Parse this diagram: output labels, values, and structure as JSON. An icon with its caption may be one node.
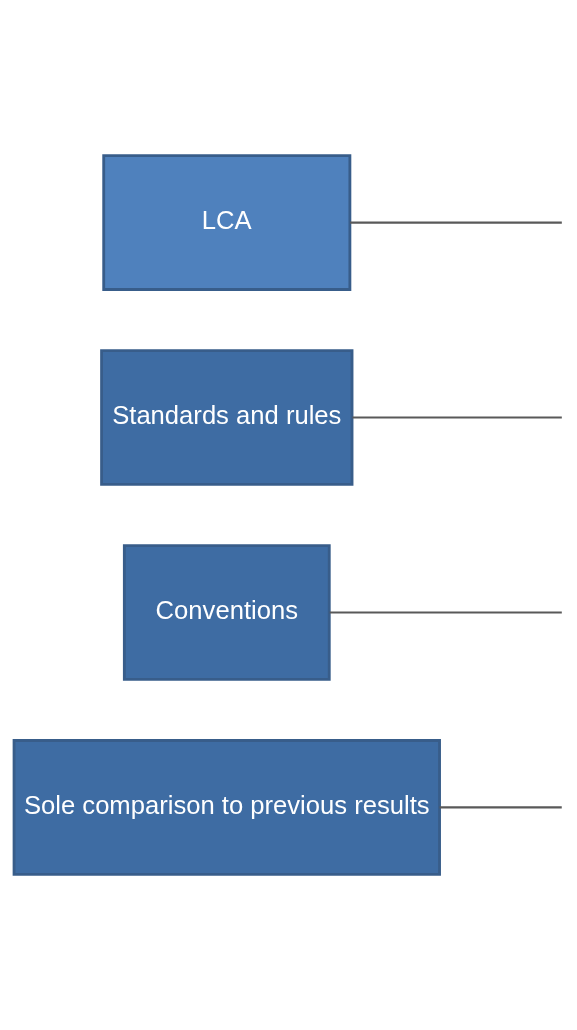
{
  "diagram": {
    "nodes": [
      {
        "text": [
          "LCA"
        ]
      },
      {
        "text": [
          "Standards and rules"
        ]
      },
      {
        "text": [
          "Conventions"
        ]
      },
      {
        "text": [
          "Sole comparison to previous results"
        ]
      }
    ],
    "edges": [
      {
        "from": 0,
        "to": null,
        "arrow": "none"
      },
      {
        "from": 1,
        "to": null,
        "arrow": "none"
      },
      {
        "from": 2,
        "to": null,
        "arrow": "none"
      },
      {
        "from": 3,
        "to": null,
        "arrow": "none"
      }
    ]
  }
}
